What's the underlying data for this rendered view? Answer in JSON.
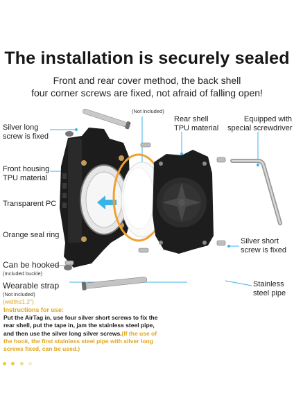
{
  "title": "The installation is securely sealed",
  "subtitle": {
    "line1": "Front and rear cover method, the back shell",
    "line2": "four corner screws are fixed, not afraid of falling open!"
  },
  "labels": {
    "not_included_top": "(Not included)",
    "silver_long_screw_1": "Silver long",
    "silver_long_screw_2": "screw is fixed",
    "front_housing_1": "Front housing",
    "front_housing_2": "TPU material",
    "transparent_pc": "Transparent PC",
    "orange_seal_ring": "Orange seal ring",
    "can_be_hooked": "Can be hooked",
    "included_buckle": "(Included buckle)",
    "wearable_strap": "Wearable strap",
    "not_included_strap": "(Not included)",
    "width_note": "(width≤1.2”)",
    "rear_shell_1": "Rear shell",
    "rear_shell_2": "TPU material",
    "screwdriver_1": "Equipped with",
    "screwdriver_2": "special screwdriver",
    "silver_short_1": "Silver short",
    "silver_short_2": "screw is fixed",
    "stainless_1": "Stainless",
    "stainless_2": "steel pipe"
  },
  "instructions": {
    "heading": "Instructions for use:",
    "line1": "Put the AirTag in, use four silver short screws to fix the",
    "line2": "rear shell, put the tape in, jam the stainless steel pipe,",
    "line3": "and then use the silver long silver screws.",
    "line3_gold": "(If the use of",
    "line4": "the hook, the first stainless steel pipe with silver long",
    "line5": "screws fixed, can be used.)"
  },
  "colors": {
    "accent_gold": "#e1a41b",
    "leader_blue": "#3bb3e6",
    "seal_orange": "#f0a030"
  }
}
